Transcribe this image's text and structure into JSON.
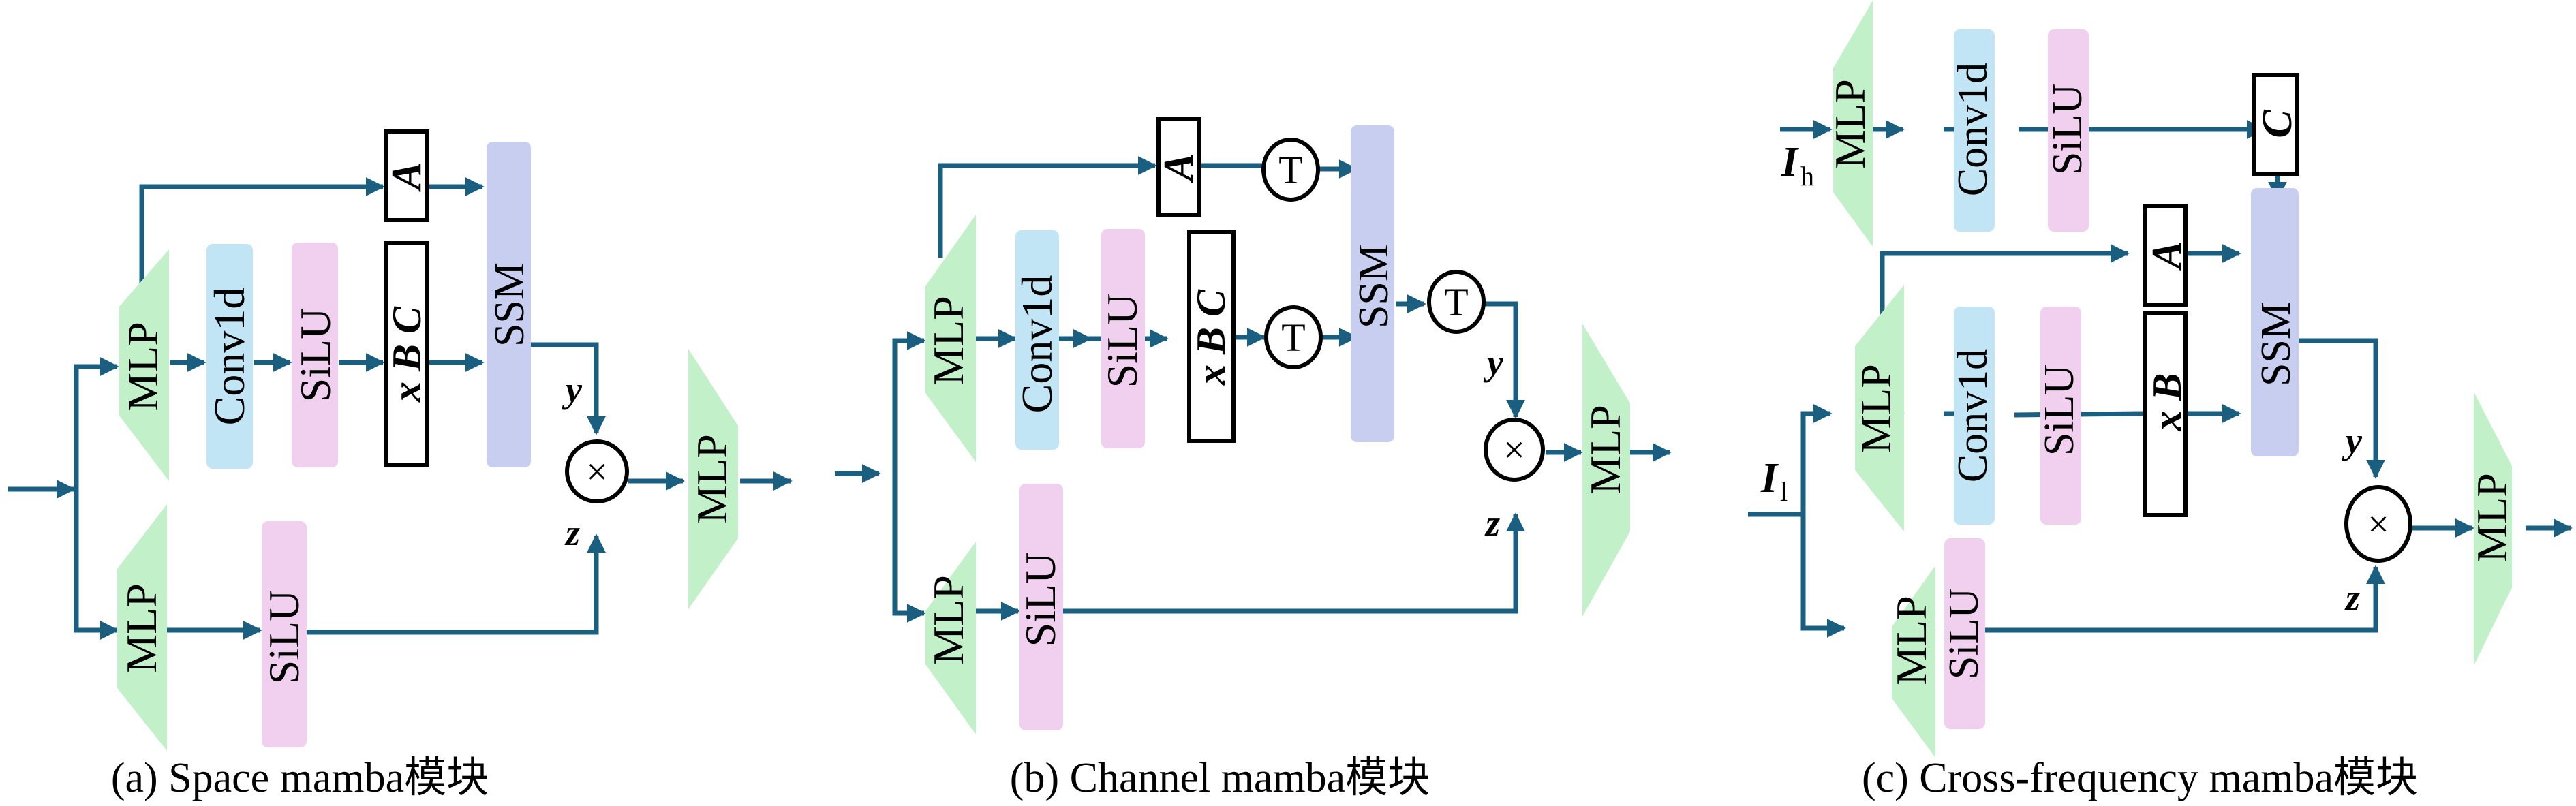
{
  "colors": {
    "arrow": "#1a5f80",
    "mlp_fill": "#c2f0c8",
    "conv_fill": "#c2e5f5",
    "silu_fill": "#f0d0ee",
    "ssm_fill": "#c8cef0",
    "box_stroke": "#000000"
  },
  "panels": [
    {
      "id": "a",
      "caption": "(a) Space mamba模块",
      "blocks": {
        "mlp_top": "MLP",
        "conv": "Conv1d",
        "silu_top": "SiLU",
        "param_a": "A",
        "param_xbc": "x B C",
        "ssm": "SSM",
        "mlp_bottom": "MLP",
        "silu_bottom": "SiLU",
        "multiply": "×",
        "mlp_out": "MLP",
        "y_label": "y",
        "z_label": "z"
      }
    },
    {
      "id": "b",
      "caption": "(b) Channel mamba模块",
      "blocks": {
        "mlp_top": "MLP",
        "conv": "Conv1d",
        "silu_top": "SiLU",
        "param_a": "A",
        "param_xbc": "x B C",
        "transpose_a": "T",
        "transpose_xbc": "T",
        "ssm": "SSM",
        "transpose_out": "T",
        "mlp_bottom": "MLP",
        "silu_bottom": "SiLU",
        "multiply": "×",
        "mlp_out": "MLP",
        "y_label": "y",
        "z_label": "z"
      }
    },
    {
      "id": "c",
      "caption": "(c) Cross-frequency mamba模块",
      "blocks": {
        "input_high": "I",
        "input_high_sub": "h",
        "input_low": "I",
        "input_low_sub": "l",
        "mlp_high": "MLP",
        "conv_high": "Conv1d",
        "silu_high": "SiLU",
        "param_c": "C",
        "mlp_top": "MLP",
        "conv": "Conv1d",
        "silu_top": "SiLU",
        "param_a": "A",
        "param_xb": "x B",
        "ssm": "SSM",
        "mlp_bottom": "MLP",
        "silu_bottom": "SiLU",
        "multiply": "×",
        "mlp_out": "MLP",
        "y_label": "y",
        "z_label": "z"
      }
    }
  ]
}
